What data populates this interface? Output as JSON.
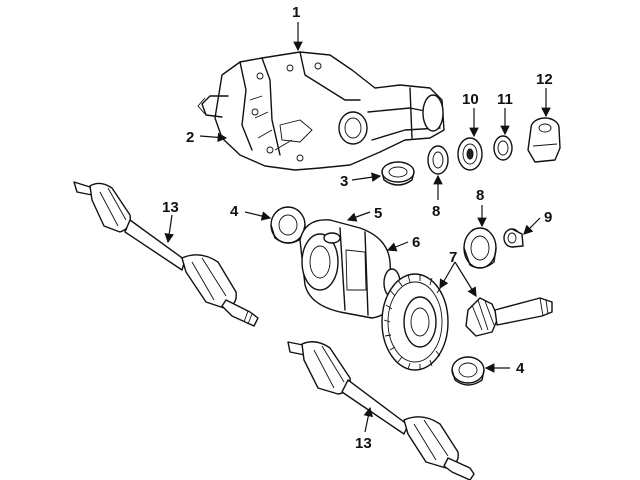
{
  "callouts": [
    {
      "label": "1"
    },
    {
      "label": "2"
    },
    {
      "label": "3"
    },
    {
      "label": "4"
    },
    {
      "label": "5"
    },
    {
      "label": "6"
    },
    {
      "label": "7"
    },
    {
      "label": "8"
    },
    {
      "label": "8"
    },
    {
      "label": "9"
    },
    {
      "label": "10"
    },
    {
      "label": "11"
    },
    {
      "label": "12"
    },
    {
      "label": "13"
    },
    {
      "label": "13"
    },
    {
      "label": "4"
    }
  ]
}
